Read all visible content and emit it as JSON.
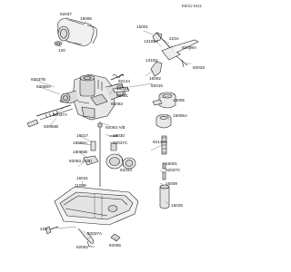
{
  "diagram": {
    "reference": "E8/11-0411",
    "callouts": [
      "92037",
      "16065",
      "120",
      "15001",
      "223A",
      "13183A",
      "92009A",
      "13183",
      "92033",
      "92037B",
      "92055A",
      "16002",
      "92015",
      "92144",
      "16014",
      "92081",
      "92063",
      "92037A",
      "16005",
      "16005A",
      "92066B",
      "92063 A/B",
      "16030",
      "92037C",
      "16017",
      "16065A",
      "16065B",
      "92063 (A/B)",
      "92043",
      "92144A",
      "16001",
      "92037C",
      "16009",
      "16031",
      "11009",
      "223",
      "92037A",
      "92052",
      "92055",
      "16025"
    ]
  }
}
